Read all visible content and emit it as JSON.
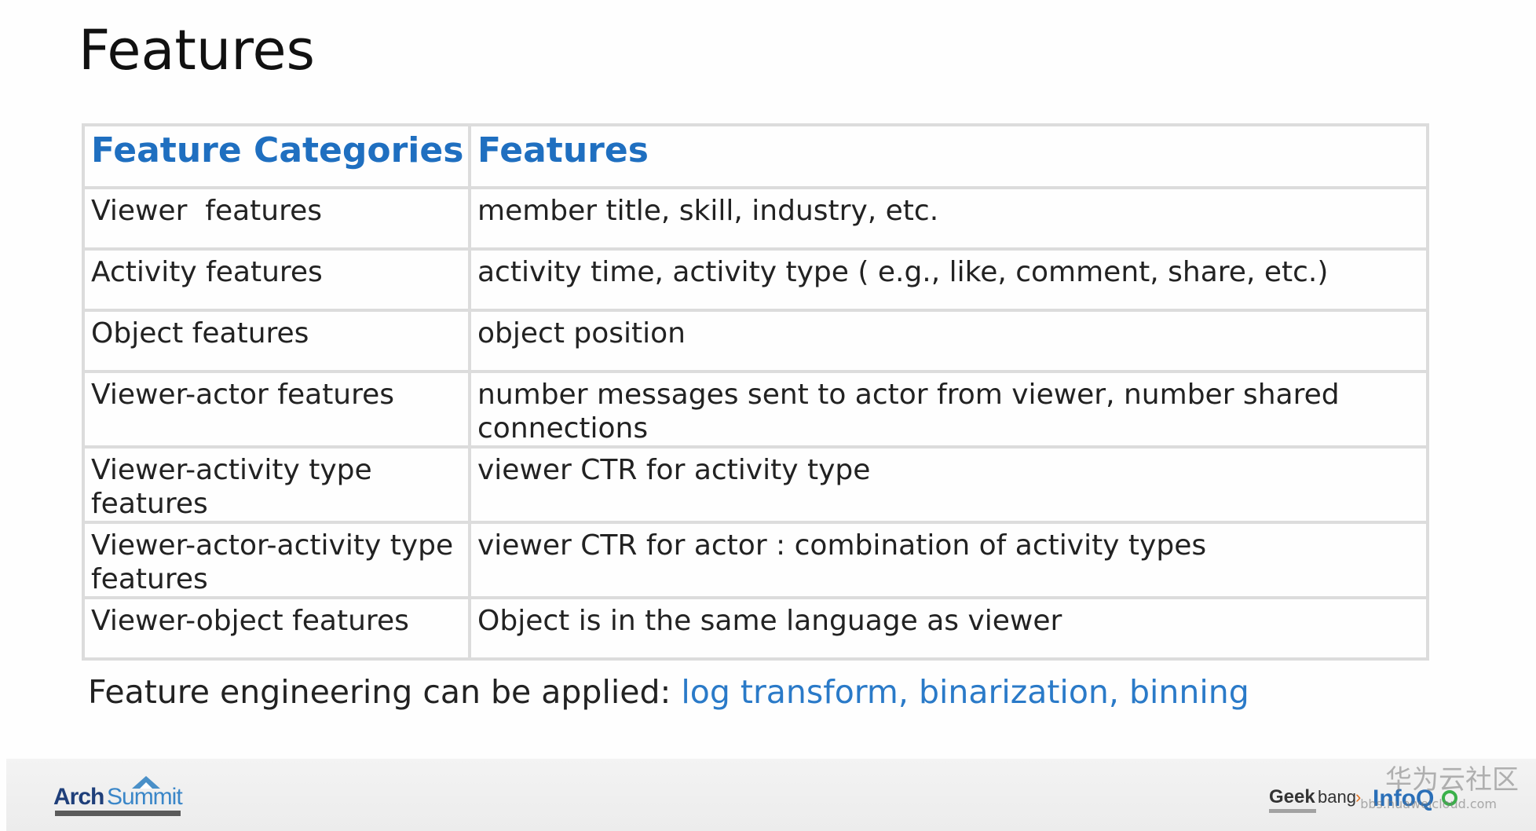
{
  "title": "Features",
  "table": {
    "headers": [
      "Feature Categories",
      "Features"
    ],
    "rows": [
      {
        "category": "Viewer  features",
        "features": "member title, skill, industry, etc."
      },
      {
        "category": "Activity features",
        "features": "activity time, activity type ( e.g., like, comment, share, etc.)"
      },
      {
        "category": "Object features",
        "features": "object position"
      },
      {
        "category": "Viewer-actor features",
        "features": "number messages sent to actor from viewer, number shared connections"
      },
      {
        "category": "Viewer-activity type features",
        "features": "viewer CTR for activity type"
      },
      {
        "category": "Viewer-actor-activity type features",
        "features": "viewer CTR for actor : combination of activity types"
      },
      {
        "category": "Viewer-object features",
        "features": "Object is in the same language as viewer"
      }
    ]
  },
  "note": {
    "prefix": "Feature engineering can be applied: ",
    "highlight": "log transform, binarization, binning"
  },
  "footer": {
    "left_logo": "ArchSummit",
    "right_logo_1": "Geekbang",
    "right_logo_2": "InfoQ",
    "watermark": "华为云社区",
    "watermark_sub": "bbs.huaweicloud.com"
  },
  "colors": {
    "header_blue": "#1f6fc0",
    "highlight_blue": "#2a7ac8",
    "border_gray": "#dcdcdc"
  }
}
